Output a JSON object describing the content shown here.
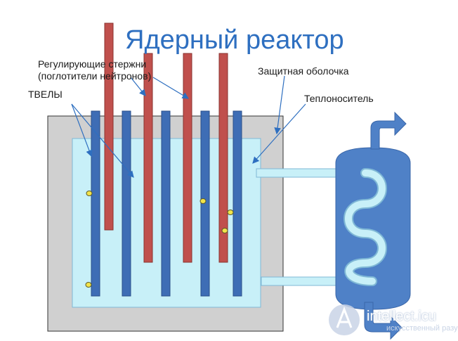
{
  "title": "Ядерный реактор",
  "labels": {
    "control_rods": "Регулирующие стержни",
    "control_rods_sub": "(поглотители нейтронов)",
    "fuel_rods": "ТВЕЛЫ",
    "shell": "Защитная оболочка",
    "coolant": "Теплоноситель"
  },
  "watermark": {
    "text": "intellect.icu",
    "subtext": "искусственный разум"
  },
  "colors": {
    "title": "#2e6fc0",
    "shell": "#d0d0d0",
    "coolant_pool": "#c8f0f8",
    "fuel_rod": "#3e6db5",
    "control_rod": "#c0504d",
    "heat_exchanger": "#4f81c7",
    "pipe": "#c8f0f8",
    "particle": "#f2e34a"
  }
}
